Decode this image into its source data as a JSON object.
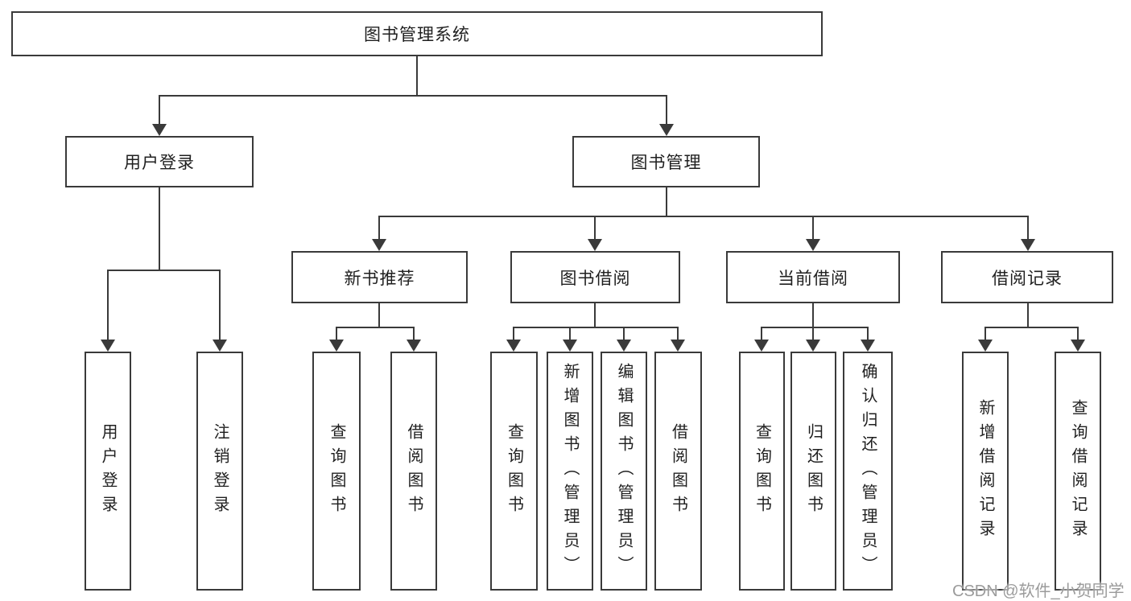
{
  "tree": {
    "root": {
      "label": "图书管理系统"
    },
    "branches": {
      "user_login": {
        "label": "用户登录",
        "children": [
          "用户登录",
          "注销登录"
        ]
      },
      "book_mgmt": {
        "label": "图书管理",
        "sections": {
          "new_book": {
            "label": "新书推荐",
            "children": [
              "查询图书",
              "借阅图书"
            ]
          },
          "borrow": {
            "label": "图书借阅",
            "children": [
              "查询图书",
              "新增图书（管理员）",
              "编辑图书（管理员）",
              "借阅图书"
            ]
          },
          "current": {
            "label": "当前借阅",
            "children": [
              "查询图书",
              "归还图书",
              "确认归还（管理员）"
            ]
          },
          "records": {
            "label": "借阅记录",
            "children": [
              "新增借阅记录",
              "查询借阅记录"
            ]
          }
        }
      }
    }
  },
  "colors": {
    "line": "#3a3a3a",
    "text": "#1f1f1f",
    "watermark": "#9b9b9b"
  },
  "watermark": "CSDN @软件_小贺同学"
}
